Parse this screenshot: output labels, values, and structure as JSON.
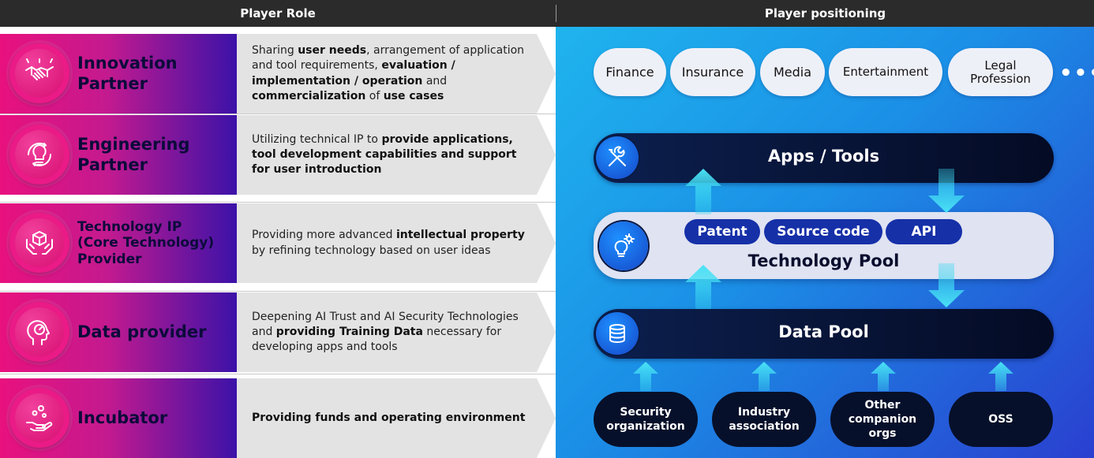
{
  "header": {
    "left_title": "Player Role",
    "right_title": "Player positioning"
  },
  "roles": [
    {
      "label": "Innovation\nPartner",
      "icon": "handshake-icon",
      "description": [
        {
          "t": "Sharing ",
          "b": false
        },
        {
          "t": "user needs",
          "b": true
        },
        {
          "t": ", arrangement of application and tool requirements, ",
          "b": false
        },
        {
          "t": "evaluation / implementation / operation",
          "b": true
        },
        {
          "t": " and ",
          "b": false
        },
        {
          "t": "commercialization",
          "b": true
        },
        {
          "t": " of ",
          "b": false
        },
        {
          "t": "use cases",
          "b": true
        }
      ]
    },
    {
      "label": "Engineering\nPartner",
      "icon": "lightbulb-cycle-icon",
      "description": [
        {
          "t": "Utilizing technical IP to ",
          "b": false
        },
        {
          "t": "provide applications, tool development capabilities and support for user introduction",
          "b": true
        }
      ]
    },
    {
      "label": "Technology IP\n(Core Technology)\nProvider",
      "icon": "hands-cube-icon",
      "description": [
        {
          "t": "Providing more advanced ",
          "b": false
        },
        {
          "t": "intellectual property",
          "b": true
        },
        {
          "t": " by refining technology based on user ideas",
          "b": false
        }
      ]
    },
    {
      "label": "Data provider",
      "icon": "head-gauge-icon",
      "description": [
        {
          "t": "Deepening AI Trust and AI Security Technologies and ",
          "b": false
        },
        {
          "t": "providing Training Data",
          "b": true
        },
        {
          "t": " necessary for developing apps and tools",
          "b": false
        }
      ]
    },
    {
      "label": "Incubator",
      "icon": "hand-coins-icon",
      "description": [
        {
          "t": "Providing funds and operating environment",
          "b": true
        }
      ]
    }
  ],
  "positioning": {
    "domains": [
      "Finance",
      "Insurance",
      "Media",
      "Entertainment",
      "Legal\nProfession"
    ],
    "more": "•••",
    "apps_tools": "Apps / Tools",
    "technology_pool": "Technology Pool",
    "tech_items": [
      "Patent",
      "Source code",
      "API"
    ],
    "data_pool": "Data Pool",
    "sources": [
      "Security\norganization",
      "Industry\nassociation",
      "Other\ncompanion\norgs",
      "OSS"
    ]
  },
  "colors": {
    "role_pink": "#e8117e",
    "role_purple": "#3b12a8",
    "pool_dark": "#040b24",
    "pill_blue": "#1630a8",
    "arrow_cyan": "#38d7f0"
  }
}
